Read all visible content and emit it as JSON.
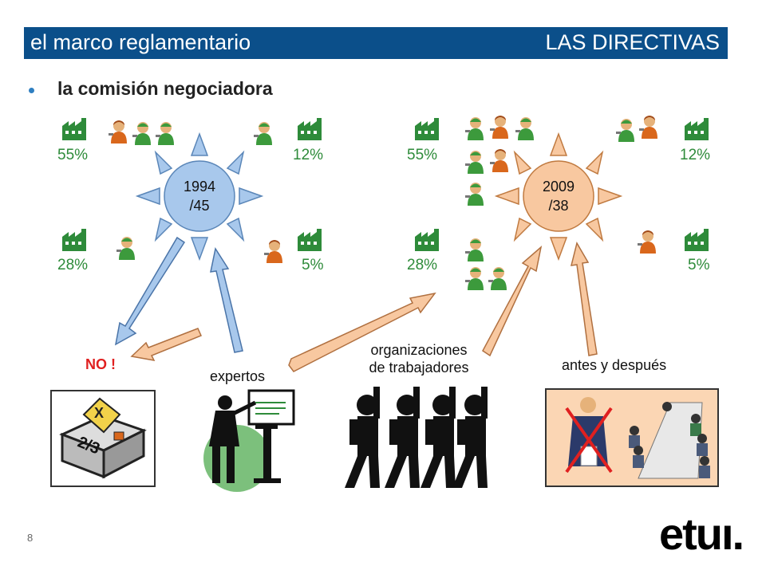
{
  "header": {
    "left_title": "el marco reglamentario",
    "right_title": "LAS DIRECTIVAS"
  },
  "bullet": {
    "text": "la comisión negociadora"
  },
  "left_cluster": {
    "sun_label_line1": "1994",
    "sun_label_line2": "/45",
    "pct_top_left": "55%",
    "pct_top_right": "12%",
    "pct_bottom_left": "28%",
    "pct_bottom_right": "5%"
  },
  "right_cluster": {
    "sun_label_line1": "2009",
    "sun_label_line2": "/38",
    "pct_top_left": "55%",
    "pct_top_right": "12%",
    "pct_bottom_left": "28%",
    "pct_bottom_right": "5%"
  },
  "labels": {
    "no": "NO !",
    "experts": "expertos",
    "workers_line1": "organizaciones",
    "workers_line2": "de trabajadores",
    "before_after": "antes y después",
    "ballot": "2/3"
  },
  "footer": {
    "page_number": "8",
    "logo": "etuı."
  },
  "colors": {
    "header_bg": "#0b4f8a",
    "pct_green": "#2e8b3a",
    "sun_blue": "#a8c8ec",
    "sun_peach": "#f8c8a0",
    "no_red": "#e02020"
  },
  "icons": [
    "factory-icon",
    "worker-icon",
    "ballot-box-icon",
    "presenter-icon",
    "marching-workers-icon",
    "meeting-icon"
  ]
}
